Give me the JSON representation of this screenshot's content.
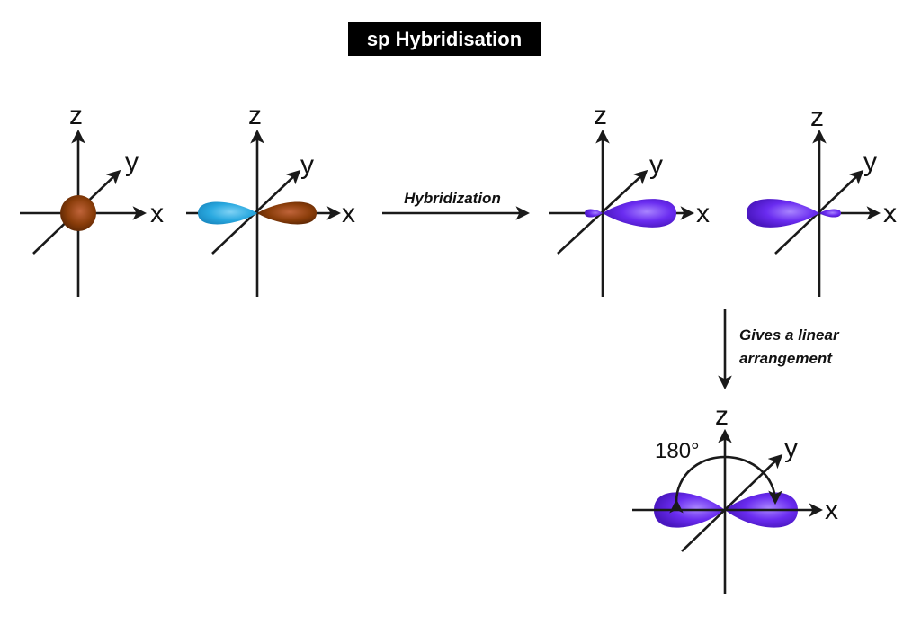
{
  "title": "sp Hybridisation",
  "axis_labels": {
    "x": "x",
    "y": "y",
    "z": "z"
  },
  "process_label": "Hybridization",
  "result_label_line1": "Gives a linear",
  "result_label_line2": "arrangement",
  "angle_label": "180°",
  "colors": {
    "s_orbital": "#8a3d0a",
    "p_lobe_blue": "#2aa9e0",
    "p_lobe_brown": "#7a3508",
    "sp_orbital": "#6a2cf0",
    "title_bg": "#000000"
  }
}
